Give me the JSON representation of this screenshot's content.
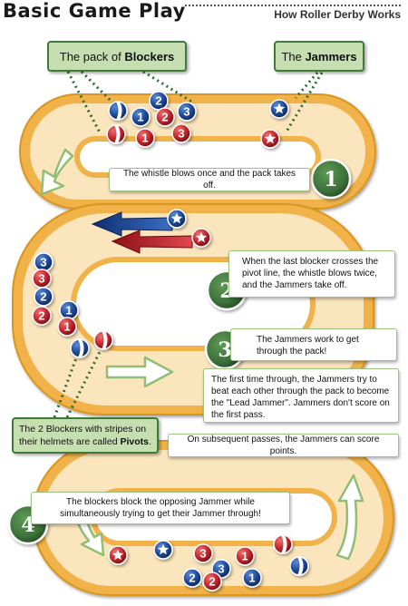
{
  "header": {
    "title": "Basic Game Play",
    "subtitle": "How Roller Derby Works"
  },
  "labels": {
    "blockers_prefix": "The pack of ",
    "blockers_bold": "Blockers",
    "jammers_prefix": "The ",
    "jammers_bold": "Jammers",
    "pivots_text": "The 2 Blockers with stripes on their helmets are called ",
    "pivots_bold": "Pivots",
    "pivots_end": "."
  },
  "steps": [
    {
      "number": "1",
      "text": "The whistle blows once and the pack takes off."
    },
    {
      "number": "2",
      "text": "When the last blocker crosses the pivot line, the whistle blows twice, and the Jammers take off."
    },
    {
      "number": "3",
      "text": "The Jammers work to get through the pack!"
    },
    {
      "number": "",
      "text": "The first time through, the Jammers try to beat each other through the pack to become the \"Lead Jammer\". Jammers don't score on the first pass."
    },
    {
      "number": "",
      "text": "On subsequent passes, the Jammers can score points."
    },
    {
      "number": "4",
      "text": "The blockers block the opposing Jammer while simultaneously trying to get their Jammer through!"
    }
  ],
  "helmet_numbers": [
    "1",
    "2",
    "3"
  ],
  "colors": {
    "track_orange": "#f0b24a",
    "track_light": "#fbe5bd",
    "green_box": "#c6dfb1",
    "green_border": "#3f7a3b",
    "team_blue": "#1f4b9a",
    "team_red": "#c2272d",
    "badge_green": "#3c6f39"
  },
  "icons": [
    "star-icon",
    "arrow-icon"
  ]
}
